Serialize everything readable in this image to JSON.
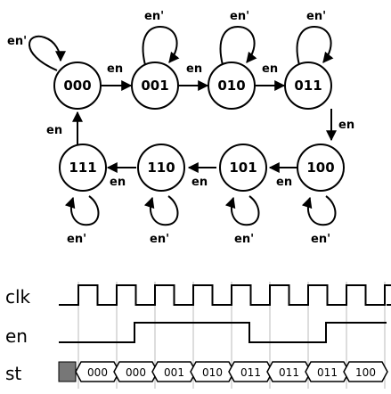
{
  "states": [
    "000",
    "001",
    "010",
    "011",
    "100",
    "101",
    "110",
    "111"
  ],
  "transition_label": "en",
  "self_loop_label": "en'",
  "timing": {
    "signals": [
      "clk",
      "en",
      "st"
    ],
    "en_levels": [
      0,
      0,
      1,
      1,
      1,
      0,
      0,
      1,
      1
    ],
    "st_values": [
      "000",
      "000",
      "001",
      "010",
      "011",
      "011",
      "011",
      "100"
    ]
  }
}
